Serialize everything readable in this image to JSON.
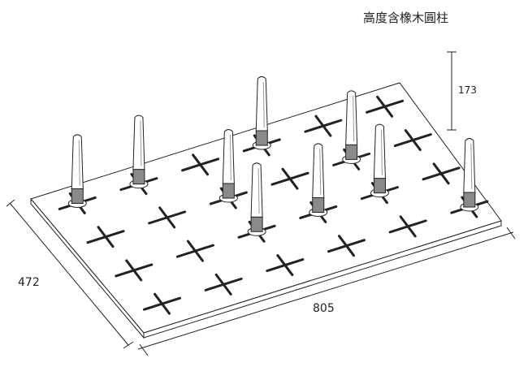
{
  "title": "高度含橡木圓柱",
  "dimensions": {
    "height": "173",
    "width": "472",
    "length": "805"
  },
  "colors": {
    "line": "#222222",
    "peg_base": "#8a8a8a",
    "peg_body": "#ffffff"
  }
}
